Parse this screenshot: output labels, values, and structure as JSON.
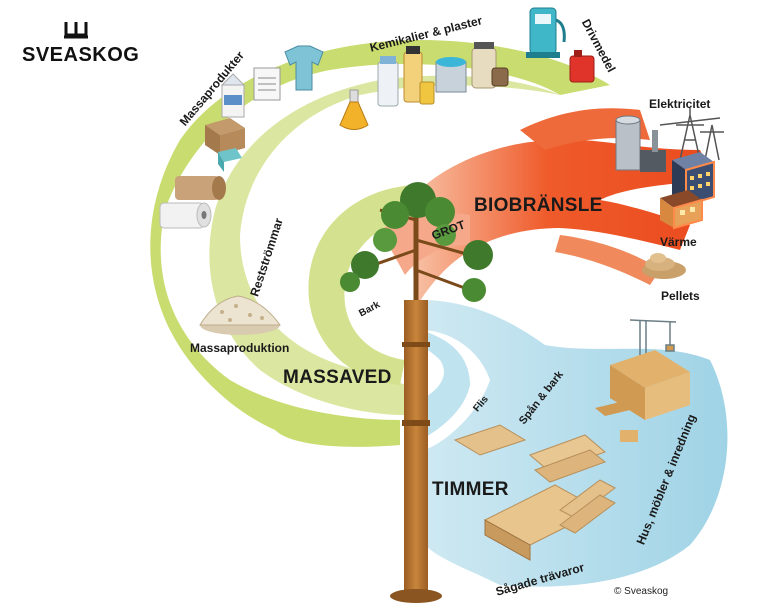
{
  "brand": {
    "name": "SVEASKOG"
  },
  "colors": {
    "massaved": "#c9dc6f",
    "massaved_light": "#e3ecb0",
    "bio": "#ef5b2b",
    "bio_light": "#f6a07d",
    "timber": "#9fd3e6",
    "timber_light": "#cfe9f2",
    "trunk": "#b8742f"
  },
  "labels": {
    "massaved": "MASSAVED",
    "biobransle": "BIOBRÄNSLE",
    "timmer": "TIMMER",
    "grot": "GROT",
    "bark": "Bark",
    "flis": "Flis",
    "span_bark": "Spån & bark",
    "massaproduktion": "Massaproduktion",
    "reststrommar": "Restströmmar",
    "massaprodukter": "Massaprodukter",
    "kemikalier": "Kemikalier & plaster",
    "drivmedel": "Drivmedel",
    "elektricitet": "Elektricitet",
    "varme": "Värme",
    "pellets": "Pellets",
    "hus": "Hus, möbler & inredning",
    "sagade": "Sågade trävaror"
  },
  "icons": [
    "crown-icon",
    "milk-carton-icon",
    "newspaper-icon",
    "shirt-icon",
    "cardboard-box-icon",
    "paper-roll-icon",
    "flask-icon",
    "paint-can-icon",
    "jar-icon",
    "fuel-pump-icon",
    "fuel-can-icon",
    "power-plant-icon",
    "pylon-icon",
    "building-icon",
    "house-icon",
    "pellets-icon",
    "wood-chips-icon",
    "crane-icon",
    "planks-icon",
    "pine-tree-icon"
  ],
  "footer": {
    "copyright": "© Sveaskog"
  }
}
